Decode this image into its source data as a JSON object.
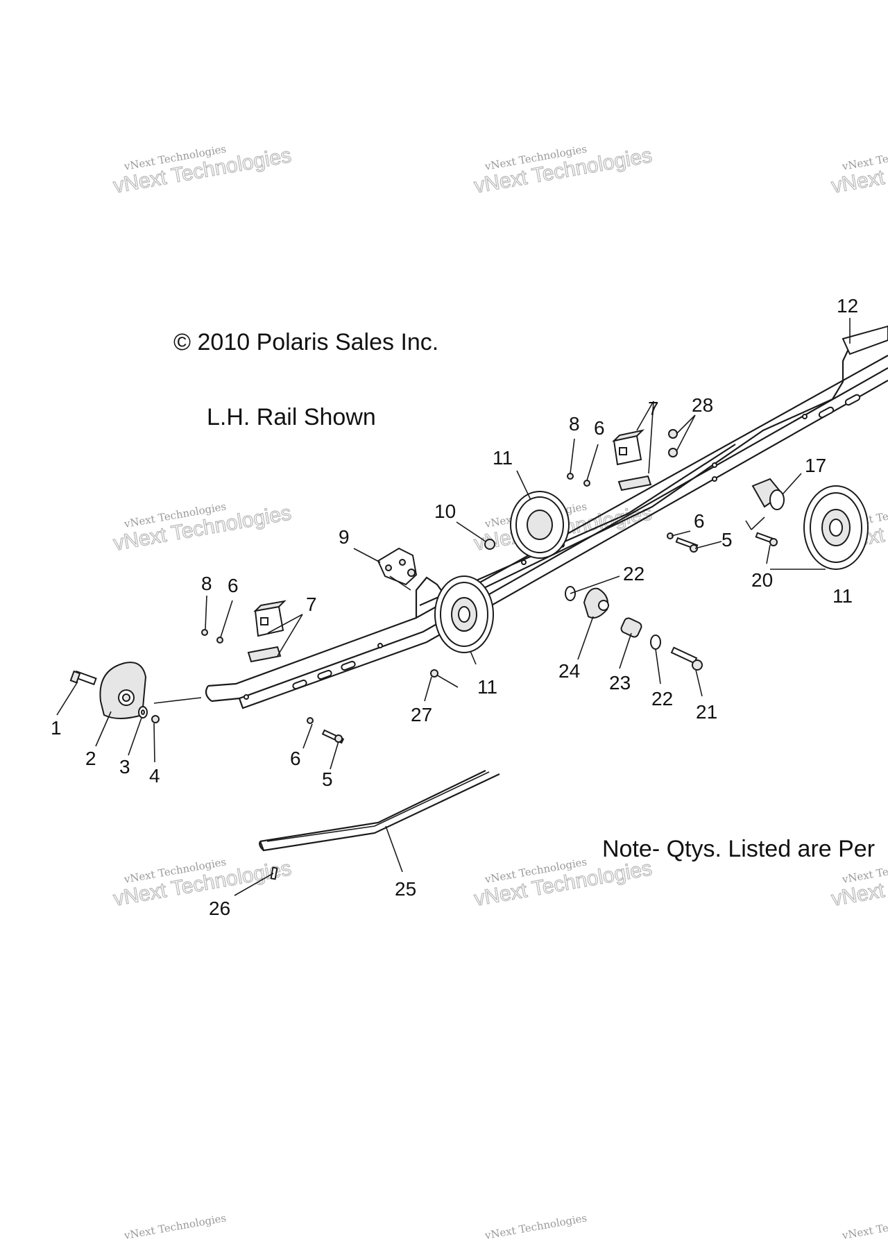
{
  "copyright": "© 2010 Polaris Sales Inc.",
  "rail_note": "L.H. Rail Shown",
  "qty_note": "Note- Qtys. Listed are Per",
  "watermark": {
    "line1": "vNext Technologies",
    "line2": "vNext Technologies"
  },
  "callouts": {
    "c1": "1",
    "c2": "2",
    "c3": "3",
    "c4": "4",
    "c5a": "5",
    "c5b": "5",
    "c6a": "6",
    "c6b": "6",
    "c6c": "6",
    "c6d": "6",
    "c7a": "7",
    "c7b": "7",
    "c8a": "8",
    "c8b": "8",
    "c9": "9",
    "c10": "10",
    "c11a": "11",
    "c11b": "11",
    "c11c": "11",
    "c12": "12",
    "c17": "17",
    "c20": "20",
    "c21": "21",
    "c22a": "22",
    "c22b": "22",
    "c23": "23",
    "c24": "24",
    "c25": "25",
    "c26": "26",
    "c27": "27",
    "c28": "28"
  }
}
